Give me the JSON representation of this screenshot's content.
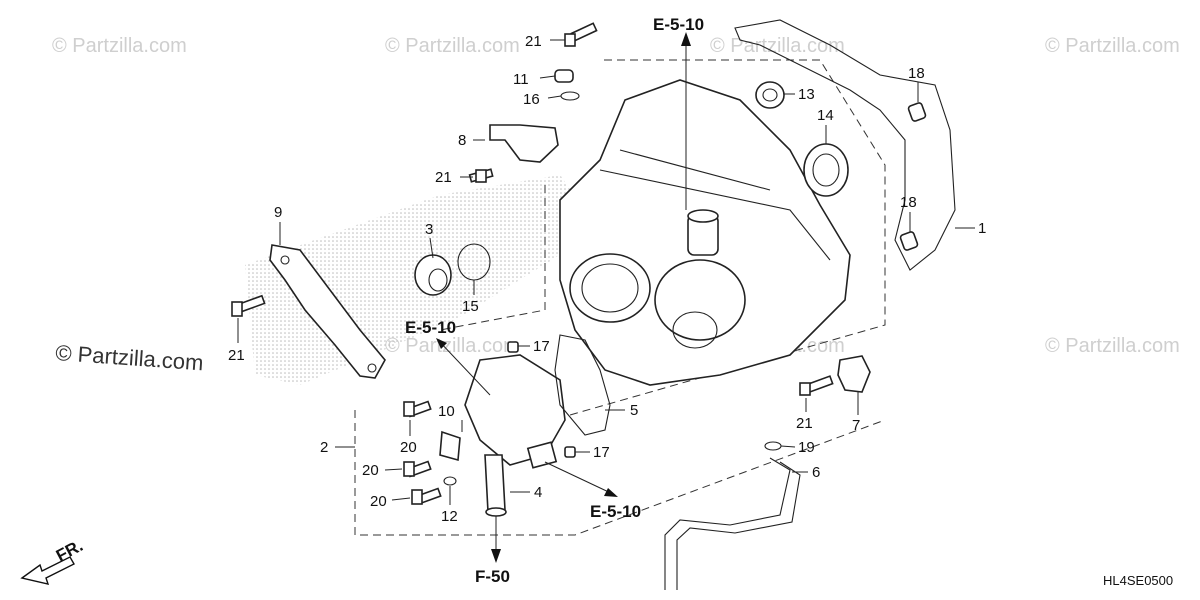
{
  "watermark": {
    "text": "© Partzilla.com",
    "logo_text": "© Partzilla.com"
  },
  "diagram": {
    "code": "HL4SE0500",
    "front_label": "FR.",
    "references": [
      "E-5-10",
      "E-5-10",
      "E-5-10",
      "F-50"
    ],
    "callouts": [
      "1",
      "2",
      "3",
      "4",
      "5",
      "6",
      "7",
      "8",
      "9",
      "10",
      "11",
      "12",
      "13",
      "14",
      "15",
      "16",
      "17",
      "17",
      "18",
      "18",
      "19",
      "20",
      "20",
      "20",
      "21",
      "21",
      "21",
      "21"
    ]
  }
}
